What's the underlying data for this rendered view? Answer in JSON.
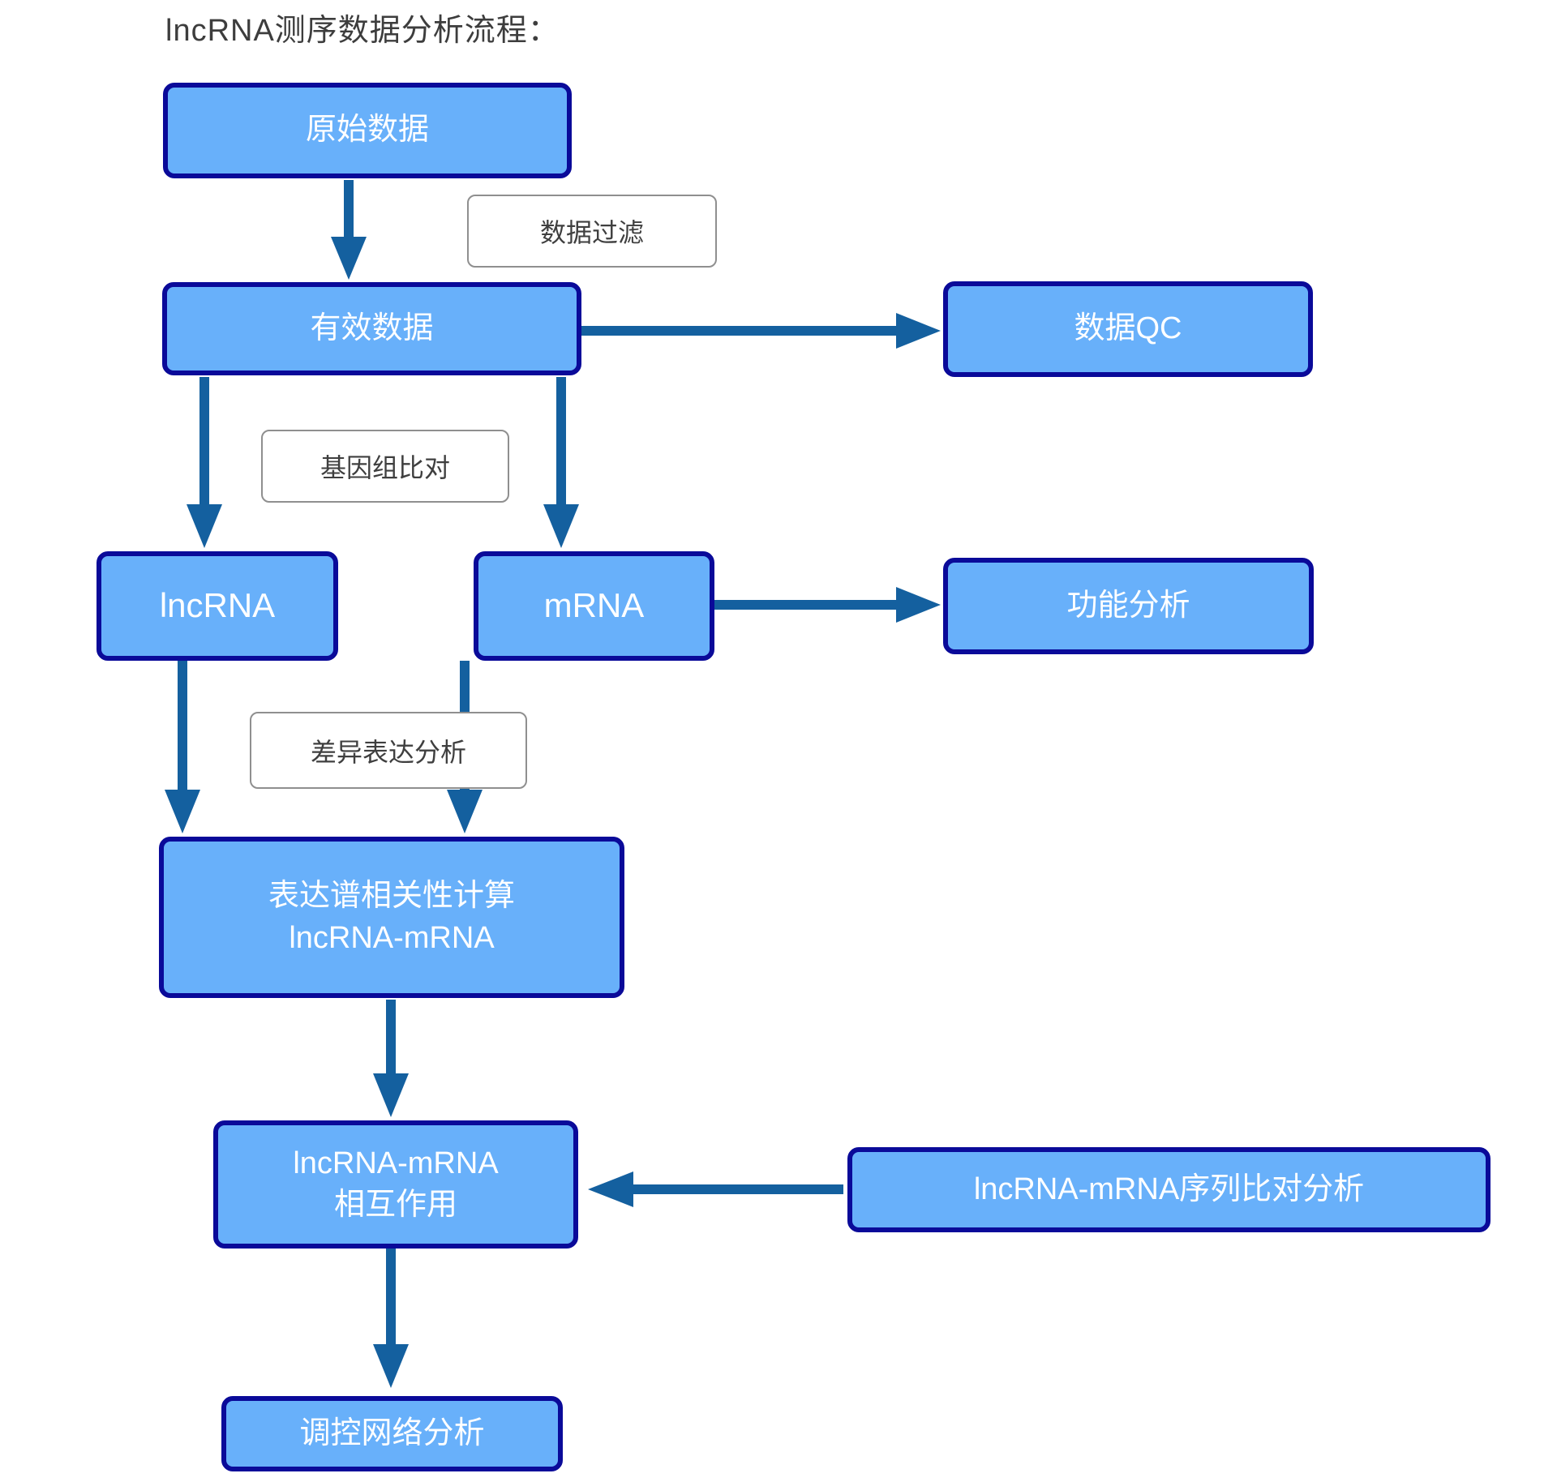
{
  "title": "lncRNA测序数据分析流程：",
  "nodes": {
    "raw": {
      "label": "原始数据"
    },
    "valid": {
      "label": "有效数据"
    },
    "qc": {
      "label": "数据QC"
    },
    "lncrna": {
      "label": "lncRNA"
    },
    "mrna": {
      "label": "mRNA"
    },
    "func": {
      "label": "功能分析"
    },
    "corr": {
      "line1": "表达谱相关性计算",
      "line2": "lncRNA-mRNA"
    },
    "interact": {
      "line1": "lncRNA-mRNA",
      "line2": "相互作用"
    },
    "seq_align": {
      "label": "lncRNA-mRNA序列比对分析"
    },
    "network": {
      "label": "调控网络分析"
    }
  },
  "edge_labels": {
    "filter": "数据过滤",
    "genome_align": "基因组比对",
    "diff_expr": "差异表达分析"
  },
  "colors": {
    "node_fill": "#68b0fa",
    "node_border": "#0a0a99",
    "node_text": "#ffffff",
    "arrow": "#14609f",
    "edge_label_border": "#8f8f8f",
    "edge_label_text": "#3f3f3f",
    "title_text": "#3d3d3d",
    "background": "#ffffff"
  }
}
